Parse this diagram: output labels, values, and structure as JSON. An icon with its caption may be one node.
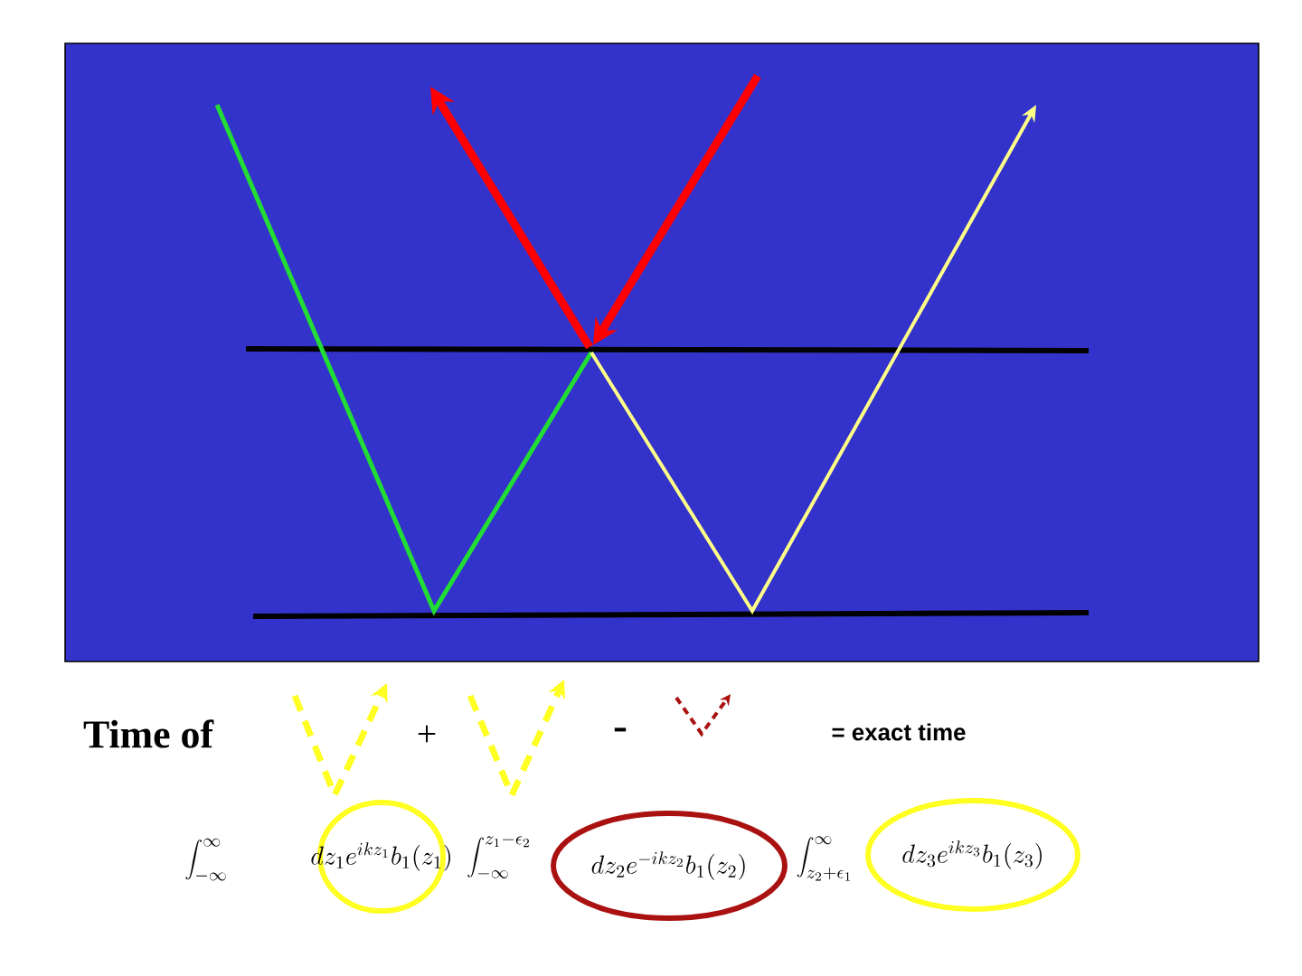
{
  "diagram": {
    "nodes": [
      {
        "text": [
          "dz_1 e^{ikz_1} b_1(z_1)"
        ]
      },
      {
        "text": [
          "dz_2 e^{-ikz_2} b_1(z_2)"
        ]
      },
      {
        "text": [
          "dz_3 e^{ikz_3} b_1(z_3)"
        ]
      }
    ],
    "labels": [
      "Time of",
      "+",
      "-",
      "= exact time",
      "\\int_{-\\infty}^{\\infty}",
      "\\int_{-\\infty}^{z_1-\\epsilon_2}",
      "\\int_{z_2+\\epsilon_1}^{\\infty}"
    ]
  }
}
